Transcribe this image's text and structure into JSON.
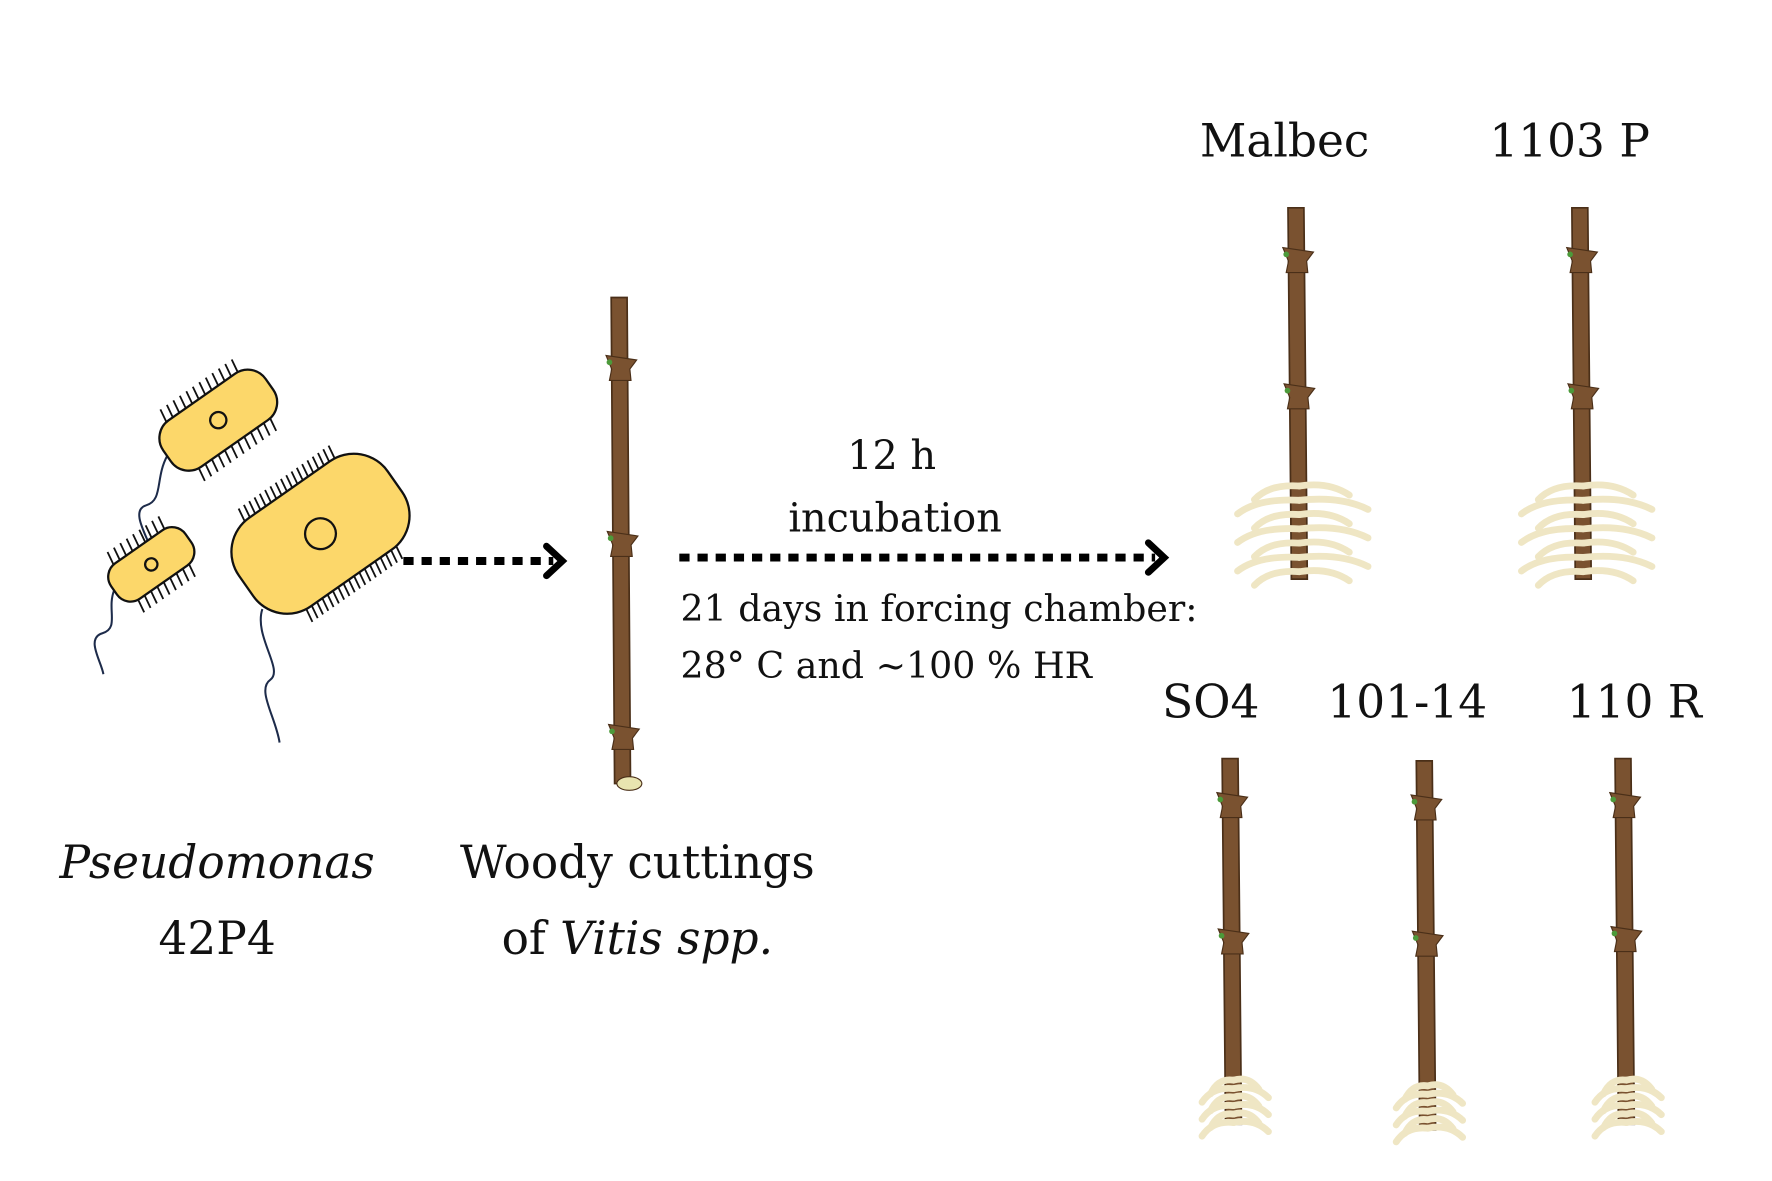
{
  "bacteria": {
    "genus": "Pseudomonas",
    "strain": "42P4"
  },
  "cuttings": {
    "line1": "Woody cuttings",
    "line2_prefix": "of ",
    "line2_species": "Vitis spp."
  },
  "process": {
    "top_line1": "12 h",
    "top_line2": "incubation",
    "bottom_line1": "21 days in forcing chamber:",
    "bottom_line2": "28° C  and ~100 % HR"
  },
  "varieties": [
    "Malbec",
    "1103 P",
    "SO4",
    "101-14",
    "110 R"
  ],
  "colors": {
    "bacteria_fill": "#fcd76a",
    "stem": "#7a5230",
    "root": "#efe6c4",
    "arrow": "#000000"
  }
}
